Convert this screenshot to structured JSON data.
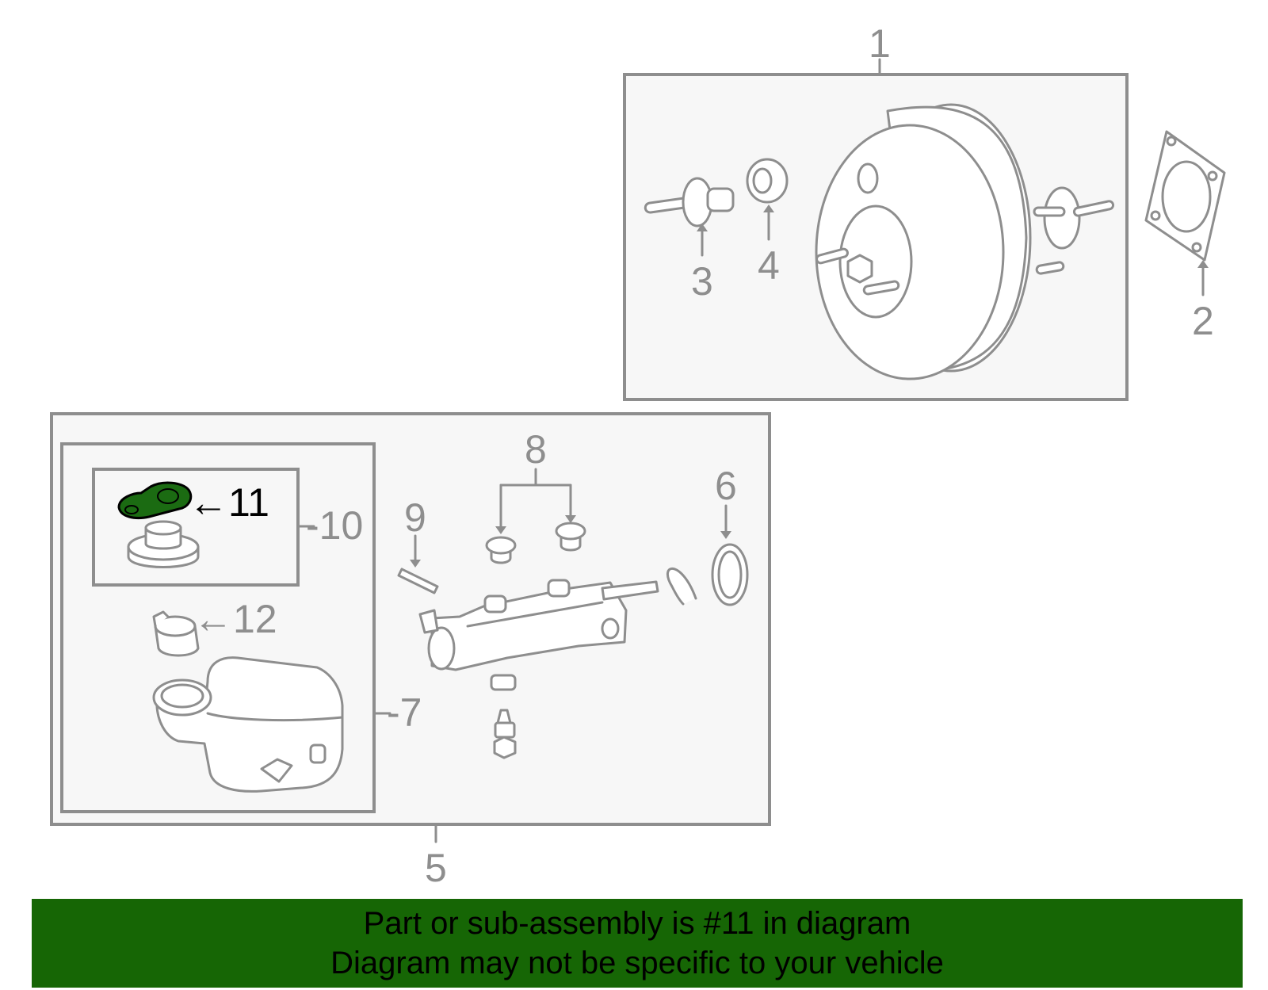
{
  "colors": {
    "line": "#8e8e8e",
    "box_fill": "#f7f7f7",
    "highlight": "#1b6b12",
    "banner": "#166605",
    "banner_text": "#000000"
  },
  "callouts": {
    "c1": "1",
    "c2": "2",
    "c3": "3",
    "c4": "4",
    "c5": "5",
    "c6": "6",
    "c7": "-7",
    "c8": "8",
    "c9": "9",
    "c10": "-10",
    "c11": "←11",
    "c12": "←12"
  },
  "highlighted_part": "11",
  "banner": {
    "line1": "Part or sub-assembly is #11 in diagram",
    "line2": "Diagram may not be specific to your vehicle"
  }
}
